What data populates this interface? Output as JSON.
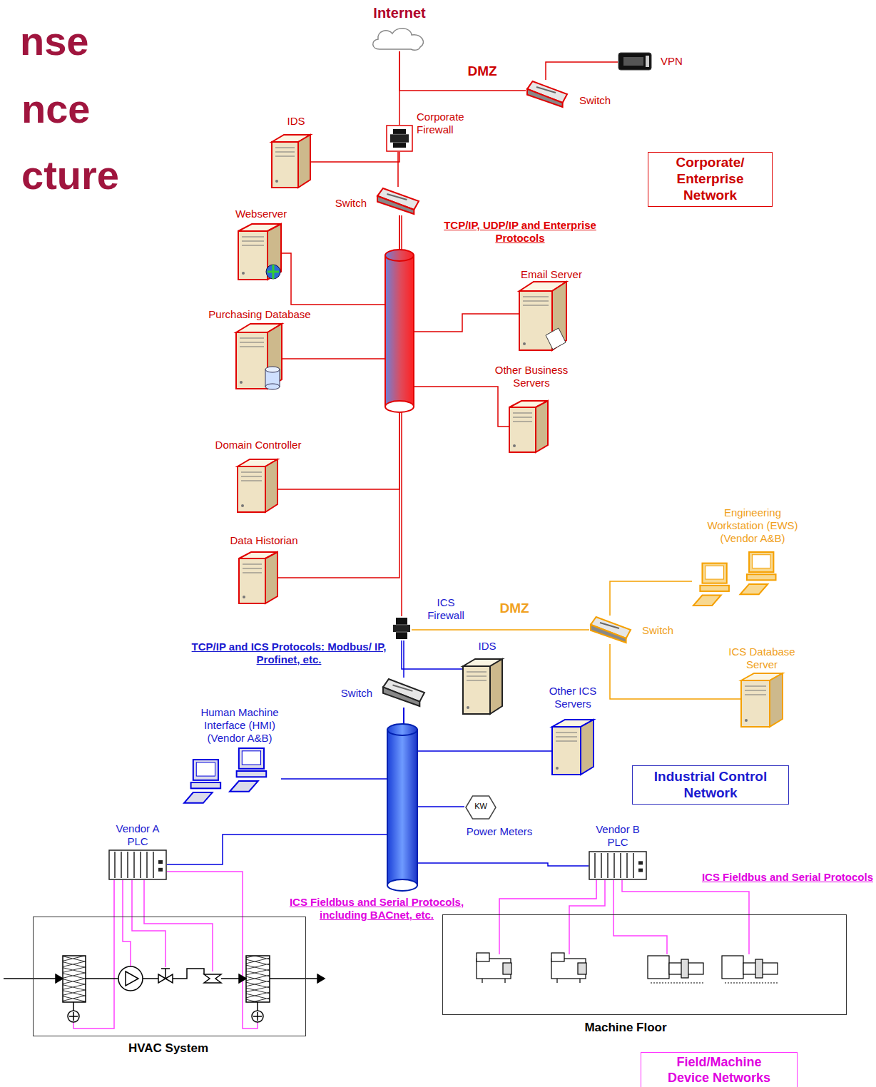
{
  "diagram": {
    "nodes": [
      {
        "text": [
          "Internet"
        ]
      },
      {
        "text": [
          "VPN"
        ]
      },
      {
        "text": [
          "Switch"
        ]
      },
      {
        "text": [
          "Corporate Firewall"
        ]
      },
      {
        "text": [
          "IDS"
        ]
      },
      {
        "text": [
          "Switch"
        ]
      },
      {
        "text": [
          "Webserver"
        ]
      },
      {
        "text": [
          "Purchasing Database"
        ]
      },
      {
        "text": [
          "Email Server"
        ]
      },
      {
        "text": [
          "Other Business Servers"
        ]
      },
      {
        "text": [
          "Domain Controller"
        ]
      },
      {
        "text": [
          "Data Historian"
        ]
      },
      {
        "text": [
          "Corporate/ Enterprise Network"
        ]
      },
      {
        "text": [
          "ICS Firewall"
        ]
      },
      {
        "text": [
          "Switch"
        ]
      },
      {
        "text": [
          "Engineering Workstation (EWS) (Vendor A&B)"
        ]
      },
      {
        "text": [
          "ICS Database Server"
        ]
      },
      {
        "text": [
          "IDS"
        ]
      },
      {
        "text": [
          "Switch"
        ]
      },
      {
        "text": [
          "Human Machine Interface (HMI) (Vendor A&B)"
        ]
      },
      {
        "text": [
          "Other ICS Servers"
        ]
      },
      {
        "text": [
          "Industrial Control Network"
        ]
      },
      {
        "text": [
          "KW",
          "Power Meters"
        ]
      },
      {
        "text": [
          "Vendor A PLC"
        ]
      },
      {
        "text": [
          "Vendor B PLC"
        ]
      },
      {
        "text": [
          "HVAC System"
        ]
      },
      {
        "text": [
          "Machine Floor"
        ]
      },
      {
        "text": [
          "Field/Machine Device Networks"
        ]
      }
    ],
    "edges": [
      {
        "from": 0,
        "to": 3,
        "arrow": "none"
      },
      {
        "from": 0,
        "to": 2,
        "arrow": "none"
      },
      {
        "from": 2,
        "to": 1,
        "arrow": "none"
      },
      {
        "from": 3,
        "to": 4,
        "arrow": "none"
      },
      {
        "from": 3,
        "to": 5,
        "arrow": "none"
      },
      {
        "from": 5,
        "to": 6,
        "arrow": "none"
      },
      {
        "from": 5,
        "to": 7,
        "arrow": "none"
      },
      {
        "from": 5,
        "to": 8,
        "arrow": "none"
      },
      {
        "from": 5,
        "to": 9,
        "arrow": "none"
      },
      {
        "from": 5,
        "to": 10,
        "arrow": "none"
      },
      {
        "from": 5,
        "to": 11,
        "arrow": "none"
      },
      {
        "from": 5,
        "to": 13,
        "arrow": "none"
      },
      {
        "from": 13,
        "to": 14,
        "arrow": "none"
      },
      {
        "from": 14,
        "to": 15,
        "arrow": "none"
      },
      {
        "from": 14,
        "to": 16,
        "arrow": "none"
      },
      {
        "from": 13,
        "to": 17,
        "arrow": "none"
      },
      {
        "from": 13,
        "to": 18,
        "arrow": "none"
      },
      {
        "from": 18,
        "to": 19,
        "arrow": "none"
      },
      {
        "from": 18,
        "to": 20,
        "arrow": "none"
      },
      {
        "from": 18,
        "to": 22,
        "arrow": "none"
      },
      {
        "from": 18,
        "to": 23,
        "arrow": "none"
      },
      {
        "from": 18,
        "to": 24,
        "arrow": "none"
      },
      {
        "from": 23,
        "to": 25,
        "arrow": "none"
      },
      {
        "from": 24,
        "to": 26,
        "arrow": "none"
      }
    ],
    "labels": [
      "nse",
      "nce",
      "cture",
      "DMZ",
      "TCP/IP, UDP/IP and Enterprise Protocols",
      "DMZ",
      "TCP/IP and ICS Protocols: Modbus/ IP, Profinet, etc.",
      "ICS Fieldbus and Serial Protocols, including BACnet, etc.",
      "ICS Fieldbus and Serial Protocols"
    ]
  }
}
